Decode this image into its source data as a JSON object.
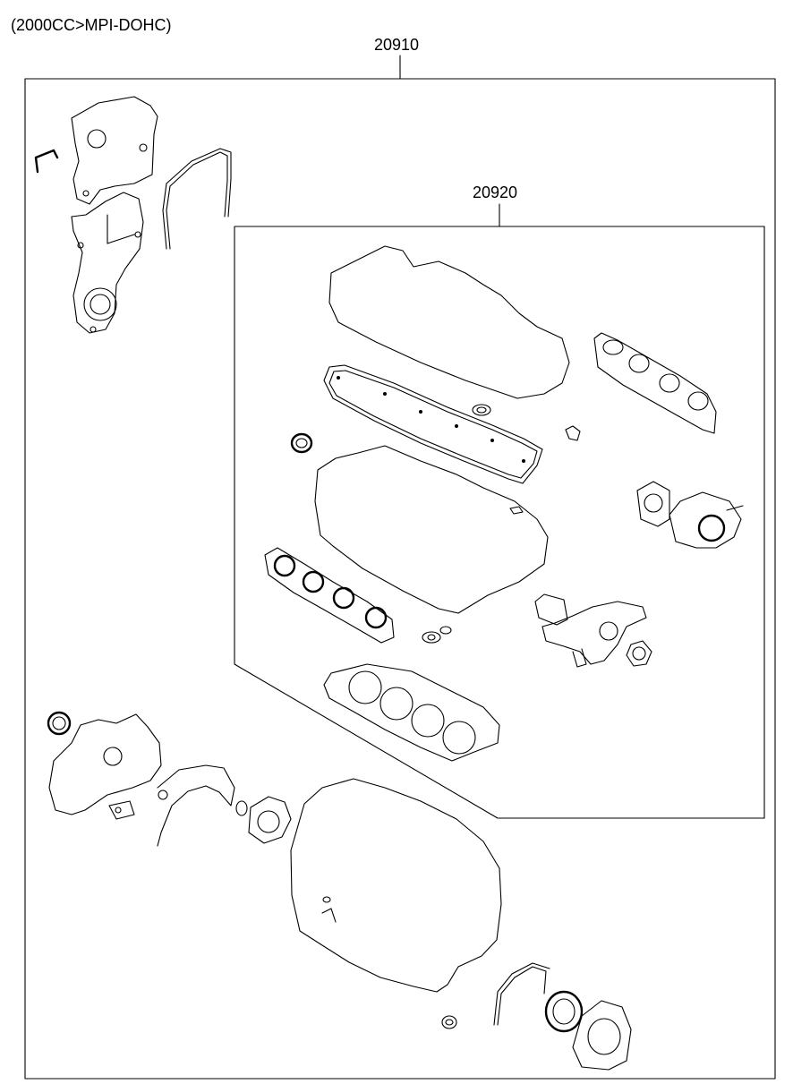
{
  "spec_label": "(2000CC>MPI-DOHC)",
  "parts": {
    "outer_kit": {
      "number": "20910"
    },
    "inner_kit": {
      "number": "20920"
    }
  }
}
